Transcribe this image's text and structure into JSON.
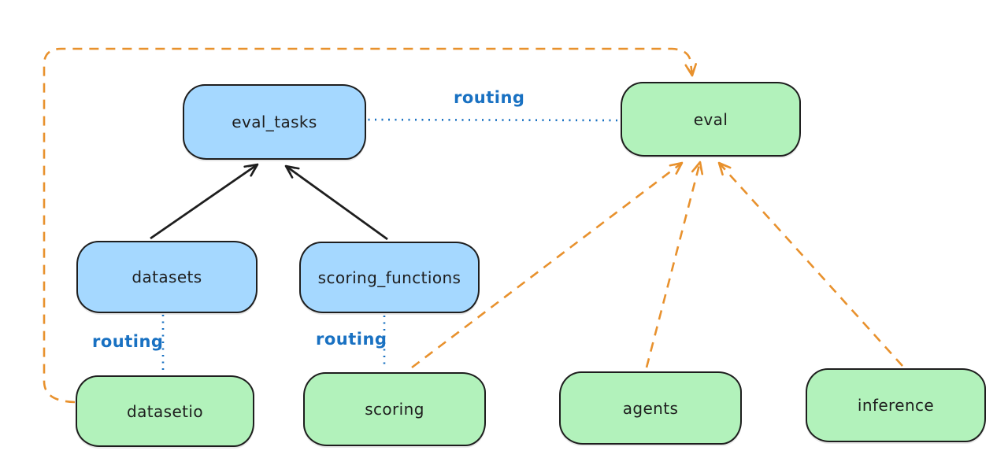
{
  "nodes": {
    "eval_tasks": {
      "label": "eval_tasks",
      "fill": "#a5d8ff"
    },
    "eval": {
      "label": "eval",
      "fill": "#b2f2bb"
    },
    "datasets": {
      "label": "datasets",
      "fill": "#a5d8ff"
    },
    "scoring_functions": {
      "label": "scoring_functions",
      "fill": "#a5d8ff"
    },
    "datasetio": {
      "label": "datasetio",
      "fill": "#b2f2bb"
    },
    "scoring": {
      "label": "scoring",
      "fill": "#b2f2bb"
    },
    "agents": {
      "label": "agents",
      "fill": "#b2f2bb"
    },
    "inference": {
      "label": "inference",
      "fill": "#b2f2bb"
    }
  },
  "edge_labels": {
    "eval_tasks_to_eval": "routing",
    "datasets_to_datasetio": "routing",
    "scoring_functions_to_scoring": "routing"
  },
  "edges": [
    {
      "from": "datasets",
      "to": "eval_tasks",
      "style": "solid-black-arrow"
    },
    {
      "from": "scoring_functions",
      "to": "eval_tasks",
      "style": "solid-black-arrow"
    },
    {
      "from": "eval_tasks",
      "to": "eval",
      "style": "dotted-blue",
      "label": "routing"
    },
    {
      "from": "datasets",
      "to": "datasetio",
      "style": "dotted-blue",
      "label": "routing"
    },
    {
      "from": "scoring_functions",
      "to": "scoring",
      "style": "dotted-blue",
      "label": "routing"
    },
    {
      "from": "datasetio",
      "to": "eval",
      "style": "dashed-orange-arrow"
    },
    {
      "from": "scoring",
      "to": "eval",
      "style": "dashed-orange-arrow"
    },
    {
      "from": "agents",
      "to": "eval",
      "style": "dashed-orange-arrow"
    },
    {
      "from": "inference",
      "to": "eval",
      "style": "dashed-orange-arrow"
    }
  ],
  "colors": {
    "background": "#ffffff",
    "node_stroke": "#1e1e1e",
    "blue_node_fill": "#a5d8ff",
    "green_node_fill": "#b2f2bb",
    "routing_blue": "#1971c2",
    "orange": "#e8912d",
    "text": "#1e1e1e"
  }
}
